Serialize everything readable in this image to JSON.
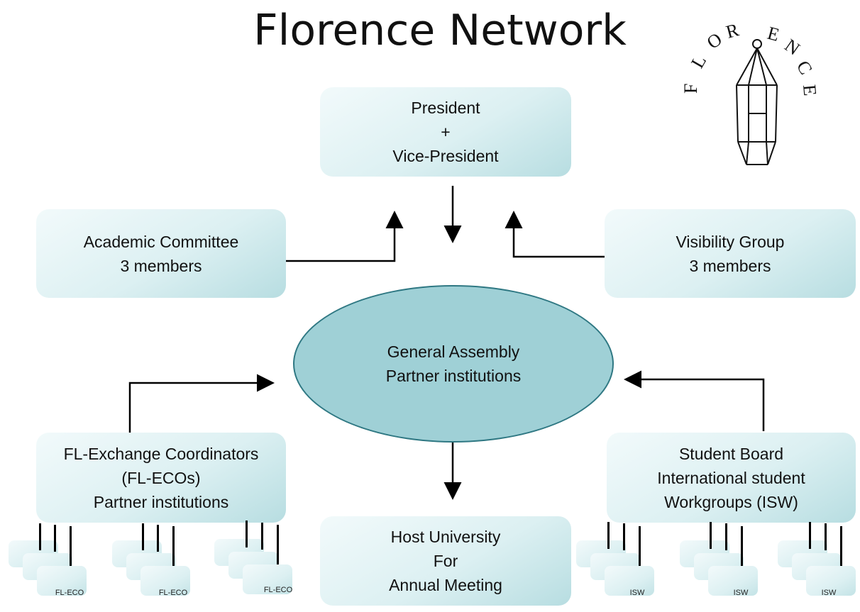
{
  "title": "Florence Network",
  "logo": {
    "letters": [
      "F",
      "L",
      "O",
      "R",
      "E",
      "N",
      "C",
      "E"
    ]
  },
  "nodes": {
    "president": [
      "President",
      "+",
      "Vice-President"
    ],
    "academic": [
      "Academic Committee",
      "3 members"
    ],
    "visibility": [
      "Visibility Group",
      "3 members"
    ],
    "assembly": [
      "General Assembly",
      "Partner institutions"
    ],
    "ecos": [
      "FL-Exchange Coordinators",
      "(FL-ECOs)",
      "Partner institutions"
    ],
    "student_board": [
      "Student Board",
      "International student",
      "Workgroups (ISW)"
    ],
    "host": [
      "Host University",
      "For",
      "Annual Meeting"
    ]
  },
  "sub_units": {
    "eco_label": "FL-ECO",
    "isw_label": "ISW"
  }
}
